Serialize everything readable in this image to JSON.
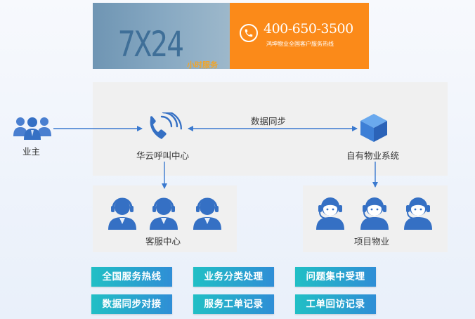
{
  "banner": {
    "big_text": "7X24",
    "small_text": "小时服务",
    "hotline_number": "400-650-3500",
    "hotline_caption": "鸿坤物业全国客户服务热线"
  },
  "diagram": {
    "owner_label": "业主",
    "call_center_label": "华云呼叫中心",
    "own_system_label": "自有物业系统",
    "sync_label": "数据同步",
    "customer_service_label": "客服中心",
    "project_property_label": "项目物业"
  },
  "features": [
    "全国服务热线",
    "业务分类处理",
    "问题集中受理",
    "数据同步对接",
    "服务工单记录",
    "工单回访记录"
  ],
  "colors": {
    "accent_blue": "#3a79cf",
    "banner_orange": "#fb8a19",
    "tag_gradient_start": "#21bfc5",
    "tag_gradient_end": "#2f8ed6"
  },
  "icons": {
    "owner": "users-group-icon",
    "call_center": "phone-icon",
    "own_system": "cube-icon",
    "agent": "headset-agent-icon"
  }
}
